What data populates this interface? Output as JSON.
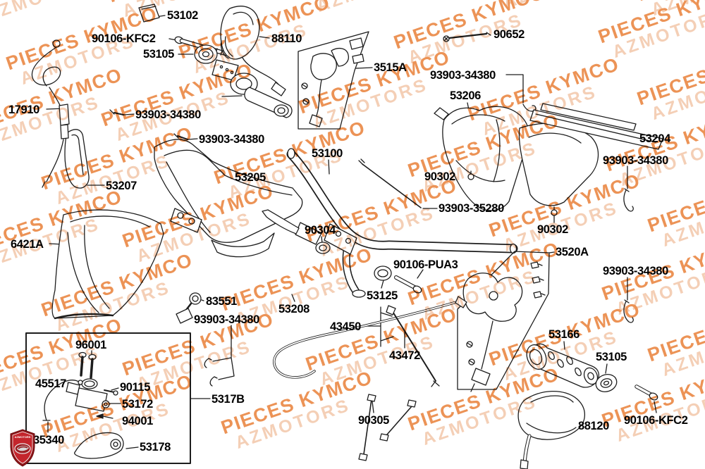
{
  "watermark": {
    "line1": "PIECES KYMCO",
    "line2": "AZMOTORS",
    "color_primary": "#ec9356",
    "color_secondary": "#f4cfb6"
  },
  "logo": {
    "text": "AZMOTORS",
    "shield_color": "#c4252c"
  },
  "labels": [
    {
      "text": "53102"
    },
    {
      "text": "90106-KFC2"
    },
    {
      "text": "53105"
    },
    {
      "text": "88110"
    },
    {
      "text": "3515A"
    },
    {
      "text": "90652"
    },
    {
      "text": "93903-34380"
    },
    {
      "text": "53206"
    },
    {
      "text": "53204"
    },
    {
      "text": "93903-34380"
    },
    {
      "text": "17910"
    },
    {
      "text": "93903-34380"
    },
    {
      "text": "93903-34380"
    },
    {
      "text": "53100"
    },
    {
      "text": "53205"
    },
    {
      "text": "90302"
    },
    {
      "text": "53207"
    },
    {
      "text": "93903-35280"
    },
    {
      "text": "90302"
    },
    {
      "text": "6421A"
    },
    {
      "text": "90304"
    },
    {
      "text": "3520A"
    },
    {
      "text": "90106-PUA3"
    },
    {
      "text": "93903-34380"
    },
    {
      "text": "53125"
    },
    {
      "text": "83551"
    },
    {
      "text": "53208"
    },
    {
      "text": "93903-34380"
    },
    {
      "text": "43450"
    },
    {
      "text": "53166"
    },
    {
      "text": "96001"
    },
    {
      "text": "53105"
    },
    {
      "text": "43472"
    },
    {
      "text": "45517"
    },
    {
      "text": "90115"
    },
    {
      "text": "53172"
    },
    {
      "text": "5317B"
    },
    {
      "text": "94001"
    },
    {
      "text": "90305"
    },
    {
      "text": "88120"
    },
    {
      "text": "90106-KFC2"
    },
    {
      "text": "35340"
    },
    {
      "text": "53178"
    }
  ]
}
